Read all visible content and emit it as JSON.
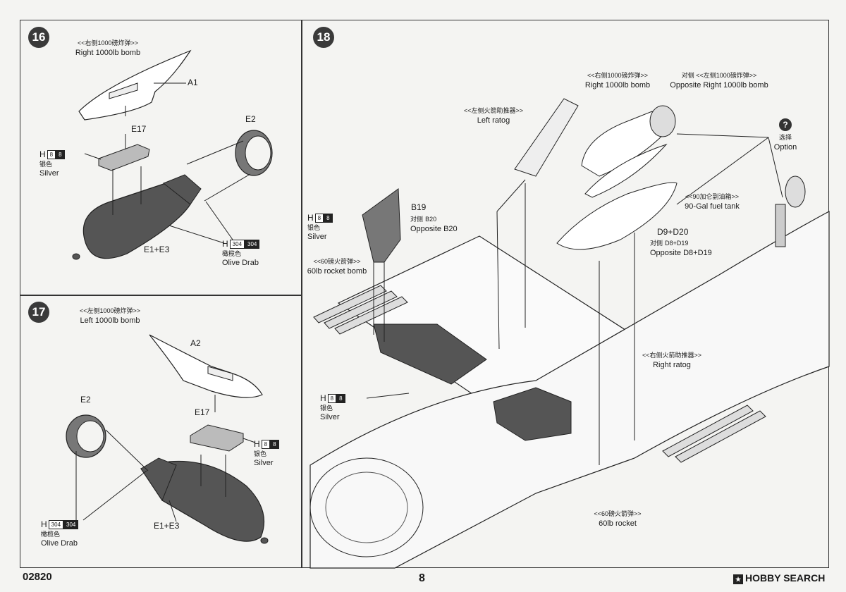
{
  "footer": {
    "kit_code": "02820",
    "page_number": "8",
    "watermark": "HOBBY SEARCH"
  },
  "step16": {
    "number": "16",
    "title_cn": "<<右侧1000磅炸弹>>",
    "title_en": "Right 1000lb bomb",
    "part_a": "A1",
    "part_e17": "E17",
    "part_e2": "E2",
    "part_e1e3": "E1+E3",
    "paint_silver": {
      "letter": "H",
      "num1": "8",
      "num2": "8",
      "cn": "银色",
      "en": "Silver"
    },
    "paint_olive": {
      "letter": "H",
      "num1": "304",
      "num2": "304",
      "cn": "橄榄色",
      "en": "Olive Drab"
    }
  },
  "step17": {
    "number": "17",
    "title_cn": "<<左侧1000磅炸弹>>",
    "title_en": "Left 1000lb bomb",
    "part_a": "A2",
    "part_e17": "E17",
    "part_e2": "E2",
    "part_e1e3": "E1+E3",
    "paint_silver": {
      "letter": "H",
      "num1": "8",
      "num2": "8",
      "cn": "银色",
      "en": "Silver"
    },
    "paint_olive": {
      "letter": "H",
      "num1": "304",
      "num2": "304",
      "cn": "橄榄色",
      "en": "Olive Drab"
    }
  },
  "step18": {
    "number": "18",
    "right_bomb_cn": "<<右侧1000磅炸弹>>",
    "right_bomb_en": "Right 1000lb bomb",
    "opp_bomb_cn_prefix": "对侧",
    "opp_bomb_cn": "<<左侧1000磅炸弹>>",
    "opp_bomb_en": "Opposite Right 1000lb bomb",
    "left_ratog_cn": "<<左侧火箭助推器>>",
    "left_ratog_en": "Left ratog",
    "option_icon": "?",
    "option_cn": "选择",
    "option_en": "Option",
    "fuel_tank_cn": "<<90加仑副油箱>>",
    "fuel_tank_en": "90-Gal fuel tank",
    "part_b19": "B19",
    "opp_b20_cn": "对侧",
    "opp_b20_part": "B20",
    "opp_b20_en": "Opposite B20",
    "part_d9d20": "D9+D20",
    "opp_d_cn": "对侧",
    "opp_d_part": "D8+D19",
    "opp_d_en": "Opposite D8+D19",
    "rocket_bomb_cn": "<<60磅火箭弹>>",
    "rocket_bomb_en": "60lb rocket bomb",
    "right_ratog_cn": "<<右侧火箭助推器>>",
    "right_ratog_en": "Right ratog",
    "rocket_cn": "<<60磅火箭弹>>",
    "rocket_en": "60lb rocket",
    "paint_silver_top": {
      "letter": "H",
      "num1": "8",
      "num2": "8",
      "cn": "银色",
      "en": "Silver"
    },
    "paint_silver_bottom": {
      "letter": "H",
      "num1": "8",
      "num2": "8",
      "cn": "银色",
      "en": "Silver"
    }
  }
}
